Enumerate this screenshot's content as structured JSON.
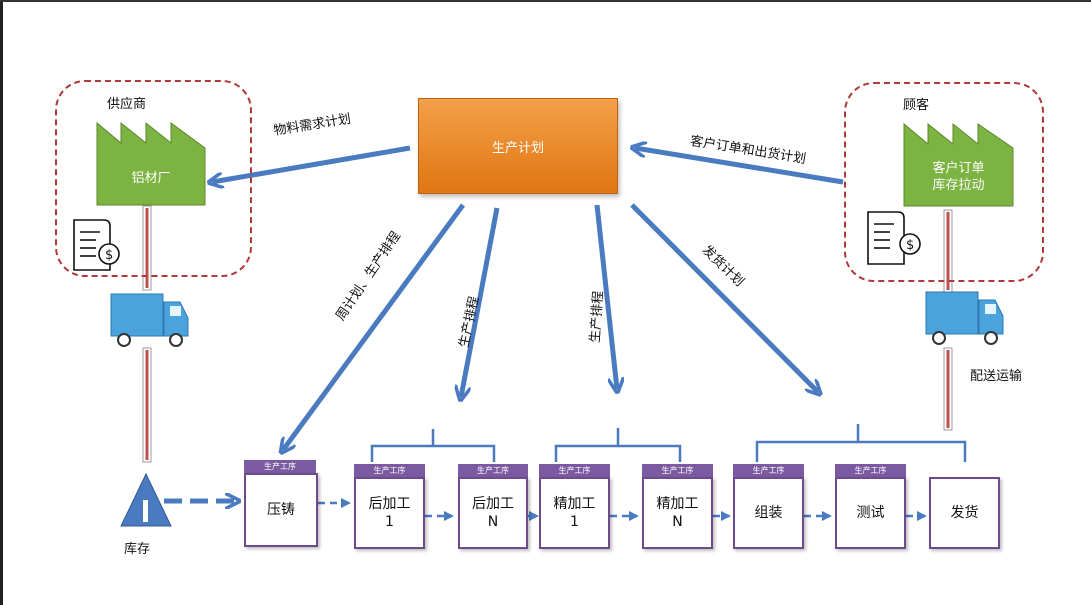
{
  "supplier": {
    "title": "供应商",
    "factory": "铝材厂"
  },
  "customer": {
    "title": "顾客",
    "factory_line1": "客户订单",
    "factory_line2": "库存拉动"
  },
  "plan": {
    "label": "生产计划"
  },
  "flows": {
    "material": "物料需求计划",
    "customer_order": "客户订单和出货计划",
    "weekly": "周计划、生产排程",
    "sched1": "生产排程",
    "sched2": "生产排程",
    "shipping_plan": "发货计划",
    "delivery": "配送运输"
  },
  "inventory": {
    "label": "库存"
  },
  "process_tag": "生产工序",
  "processes": [
    {
      "line1": "压铸",
      "line2": ""
    },
    {
      "line1": "后加工",
      "line2": "1"
    },
    {
      "line1": "后加工",
      "line2": "N"
    },
    {
      "line1": "精加工",
      "line2": "1"
    },
    {
      "line1": "精加工",
      "line2": "N"
    },
    {
      "line1": "组装",
      "line2": ""
    },
    {
      "line1": "测试",
      "line2": ""
    },
    {
      "line1": "发货",
      "line2": ""
    }
  ],
  "colors": {
    "arrow_blue": "#4a7bc0",
    "dash_red": "#b03a3a",
    "plan_orange": "#ee8a25",
    "factory_green": "#7cb342",
    "truck_blue": "#4aa3dc",
    "process_purple": "#6e4a8e",
    "rail_red": "#c0504d"
  },
  "icons": [
    "factory-icon",
    "invoice-dollar-icon",
    "truck-icon",
    "inventory-triangle-icon"
  ]
}
